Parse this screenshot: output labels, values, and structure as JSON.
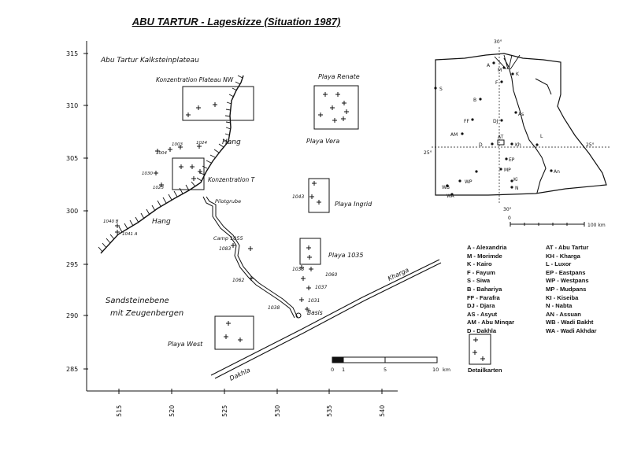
{
  "title": "ABU TARTUR - Lageskizze (Situation 1987)",
  "main_map": {
    "y_ticks": [
      "315",
      "310",
      "305",
      "300",
      "295",
      "290",
      "285"
    ],
    "x_ticks": [
      "515",
      "520",
      "525",
      "530",
      "535",
      "540"
    ],
    "labels": {
      "plateau": "Abu Tartur Kalksteinplateau",
      "konz_nw": "Konzentration Plateau NW",
      "hang1": "Hang",
      "hang2": "Hang",
      "konz_t": "Konzentration T",
      "pilot": "Pilotgrube",
      "camp": "Camp 1055",
      "p1083": "1083",
      "p1033": "1033",
      "p1060": "1060",
      "p1037": "1037",
      "p1062": "1062",
      "p1031": "1031",
      "p1038": "1038",
      "basis": "Basis",
      "ebene1": "Sandsteinebene",
      "ebene2": "mit Zeugenbergen",
      "playa_renate": "Playa Renate",
      "playa_vera": "Playa Vera",
      "playa_ingrid": "Playa Ingrid",
      "p1043": "1043",
      "playa_1035": "Playa 1035",
      "playa_west": "Playa West",
      "kharga": "Kharga",
      "dakhla": "Dakhla",
      "p1003": "1003",
      "p1004": "1004",
      "p1024": "1024",
      "p1030": "1030",
      "p1023": "1023",
      "p1040b": "1040 B",
      "p1041a": "1041 A"
    },
    "scale": {
      "labels": [
        "0",
        "1",
        "5",
        "10"
      ],
      "unit": "km"
    }
  },
  "inset_map": {
    "labels": {
      "lon30_top": "30°",
      "lon30_bottom": "30°",
      "lat25_left": "25°",
      "lat25_right": "25°",
      "A": "A",
      "M": "M",
      "K": "K",
      "F": "F",
      "S": "S",
      "B": "B",
      "FF": "FF",
      "DJ": "DJ",
      "AS": "As",
      "AM": "AM",
      "D": "D",
      "AT": "AT",
      "KH": "Kh",
      "L": "L",
      "EP": "EP",
      "MP": "MP",
      "WP": "WP",
      "KI": "Ki",
      "AN": "An",
      "N": "N",
      "WB": "WB",
      "WA": "WA"
    },
    "scale": {
      "labels": [
        "0",
        "100 km"
      ]
    }
  },
  "legend": [
    "A - Alexandria",
    "AT - Abu Tartur",
    "M - Morimde",
    "KH - Kharga",
    "K - Kairo",
    "L - Luxor",
    "F - Fayum",
    "EP - Eastpans",
    "S - Siwa",
    "WP - Westpans",
    "B - Bahariya",
    "MP - Mudpans",
    "FF - Farafra",
    "KI - Kiseiba",
    "DJ - Djara",
    "N - Nabta",
    "AS - Asyut",
    "AN - Assuan",
    "AM - Abu Minqar",
    "WB - Wadi Bakht",
    "D - Dakhla",
    "WA - Wadi Akhdar"
  ],
  "detail_label": "Detailkarten"
}
